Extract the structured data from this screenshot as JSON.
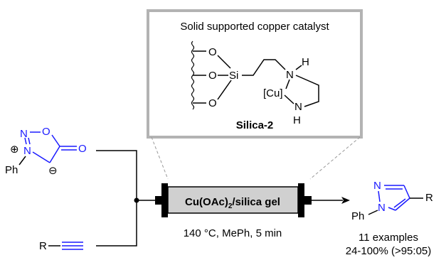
{
  "inset": {
    "title": "Solid supported copper catalyst",
    "compound_label": "Silica-2",
    "atoms": {
      "o1": "O",
      "o2": "O",
      "o3": "O",
      "si": "Si",
      "n_top": "N",
      "h_top": "H",
      "cu": "[Cu]",
      "n_bottom": "N",
      "h_bottom": "H"
    }
  },
  "reagents": {
    "sydnone": {
      "n_plus": "N",
      "n_plain": "N",
      "o_ring": "O",
      "o_carbonyl": "O",
      "plus_symbol": "⊕",
      "minus_symbol": "⊖",
      "ph": "Ph"
    },
    "alkyne": {
      "r": "R"
    }
  },
  "reactor": {
    "label_main": "Cu(OAc)",
    "label_sub": "2",
    "label_tail": "/silica gel",
    "conditions": "140 °C, MePh, 5 min"
  },
  "product": {
    "n1": "N",
    "n2": "N",
    "r": "R",
    "ph": "Ph",
    "examples": "11 examples",
    "yield": "24-100% (>95:05)"
  },
  "colors": {
    "accent_blue": "#1a1aff",
    "frame_gray": "#b3b3b3",
    "tube_gray": "#d0d0d0",
    "ink": "#000000"
  }
}
